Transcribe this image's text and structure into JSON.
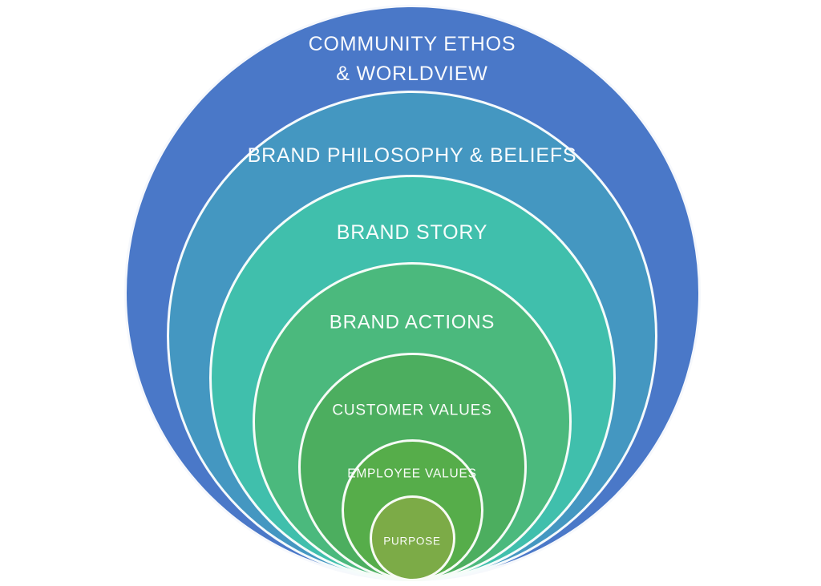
{
  "diagram": {
    "type": "concentric-circles",
    "background_color": "#ffffff",
    "stroke_color": "#ffffff",
    "text_color": "#ffffff",
    "rings": [
      {
        "id": "community-ethos-worldview",
        "label": "COMMUNITY ETHOS\n& WORLDVIEW",
        "color": "#4a78c8",
        "diameter": 719
      },
      {
        "id": "brand-philosophy-beliefs",
        "label": "BRAND PHILOSOPHY & BELIEFS",
        "color": "#4497c1",
        "diameter": 612
      },
      {
        "id": "brand-story",
        "label": "BRAND STORY",
        "color": "#40bfac",
        "diameter": 507
      },
      {
        "id": "brand-actions",
        "label": "BRAND ACTIONS",
        "color": "#4bb97d",
        "diameter": 398
      },
      {
        "id": "customer-values",
        "label": "CUSTOMER VALUES",
        "color": "#4cae5f",
        "diameter": 285
      },
      {
        "id": "employee-values",
        "label": "EMPLOYEE VALUES",
        "color": "#56ad4a",
        "diameter": 177
      },
      {
        "id": "purpose",
        "label": "PURPOSE",
        "color": "#7cab47",
        "diameter": 107
      }
    ]
  }
}
